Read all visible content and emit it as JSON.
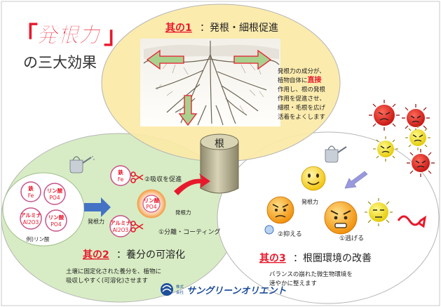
{
  "title": {
    "brand_open": "「",
    "brand_name": "発根力",
    "brand_close": "」",
    "subtitle": "の三大効果"
  },
  "section1": {
    "heading_mark": "其の1",
    "heading_text": "：発根・細根促進",
    "body_prefix": "発根力の成分が、",
    "body_highlight_before": "植物自体に",
    "body_highlight": "直接",
    "body_lines": [
      "作用し、根の発根",
      "作用を促進させ、",
      "細根・毛根を広げ",
      "活着をよくします"
    ]
  },
  "center": {
    "label": "根"
  },
  "section2": {
    "heading_mark": "其の2",
    "heading_text": "：養分の可溶化",
    "body_lines": [
      "土壌に固定化された養分を、植物に",
      "吸収しやすく(可溶化)させます"
    ],
    "agent_label": "発根力",
    "sample_label": "例)リン酸",
    "left_items": [
      {
        "top": "鉄",
        "bottom": "Fe"
      },
      {
        "top": "リン酸",
        "bottom": "PO4"
      },
      {
        "top": "アルミナ",
        "bottom": "Al2O3"
      },
      {
        "top": "リン酸",
        "bottom": "PO4"
      }
    ],
    "right_items": [
      {
        "top": "鉄",
        "bottom": "Fe"
      },
      {
        "top": "リン酸",
        "bottom": "PO4"
      },
      {
        "top": "アルミナ",
        "bottom": "Al2O3"
      }
    ],
    "step_absorb": "②吸収を促進",
    "step_separate": "①分離・コーティング",
    "coat_label": "発根力"
  },
  "section3": {
    "heading_mark": "其の3",
    "heading_text": "：根圏環境の改善",
    "body_lines": [
      "バランスの崩れた微生物環境を",
      "速やかに整えます"
    ],
    "agent_label": "発根力",
    "step_suppress": "②抑える",
    "step_escape": "①逃げる"
  },
  "logo": {
    "small_top": "株式",
    "small_bottom": "会社",
    "name": "サングリーンオリエント"
  },
  "colors": {
    "circle_top": "#fbe9a6",
    "circle_left": "#d7ecc4",
    "circle_right": "#ffffff",
    "heading_red": "#e8192c",
    "brand_red": "#e8192c",
    "arrow_red": "#e8192c",
    "arrow_blue": "#4472c4",
    "arrow_green": "#a9d18e",
    "purple_arrow": "#9999dd"
  }
}
